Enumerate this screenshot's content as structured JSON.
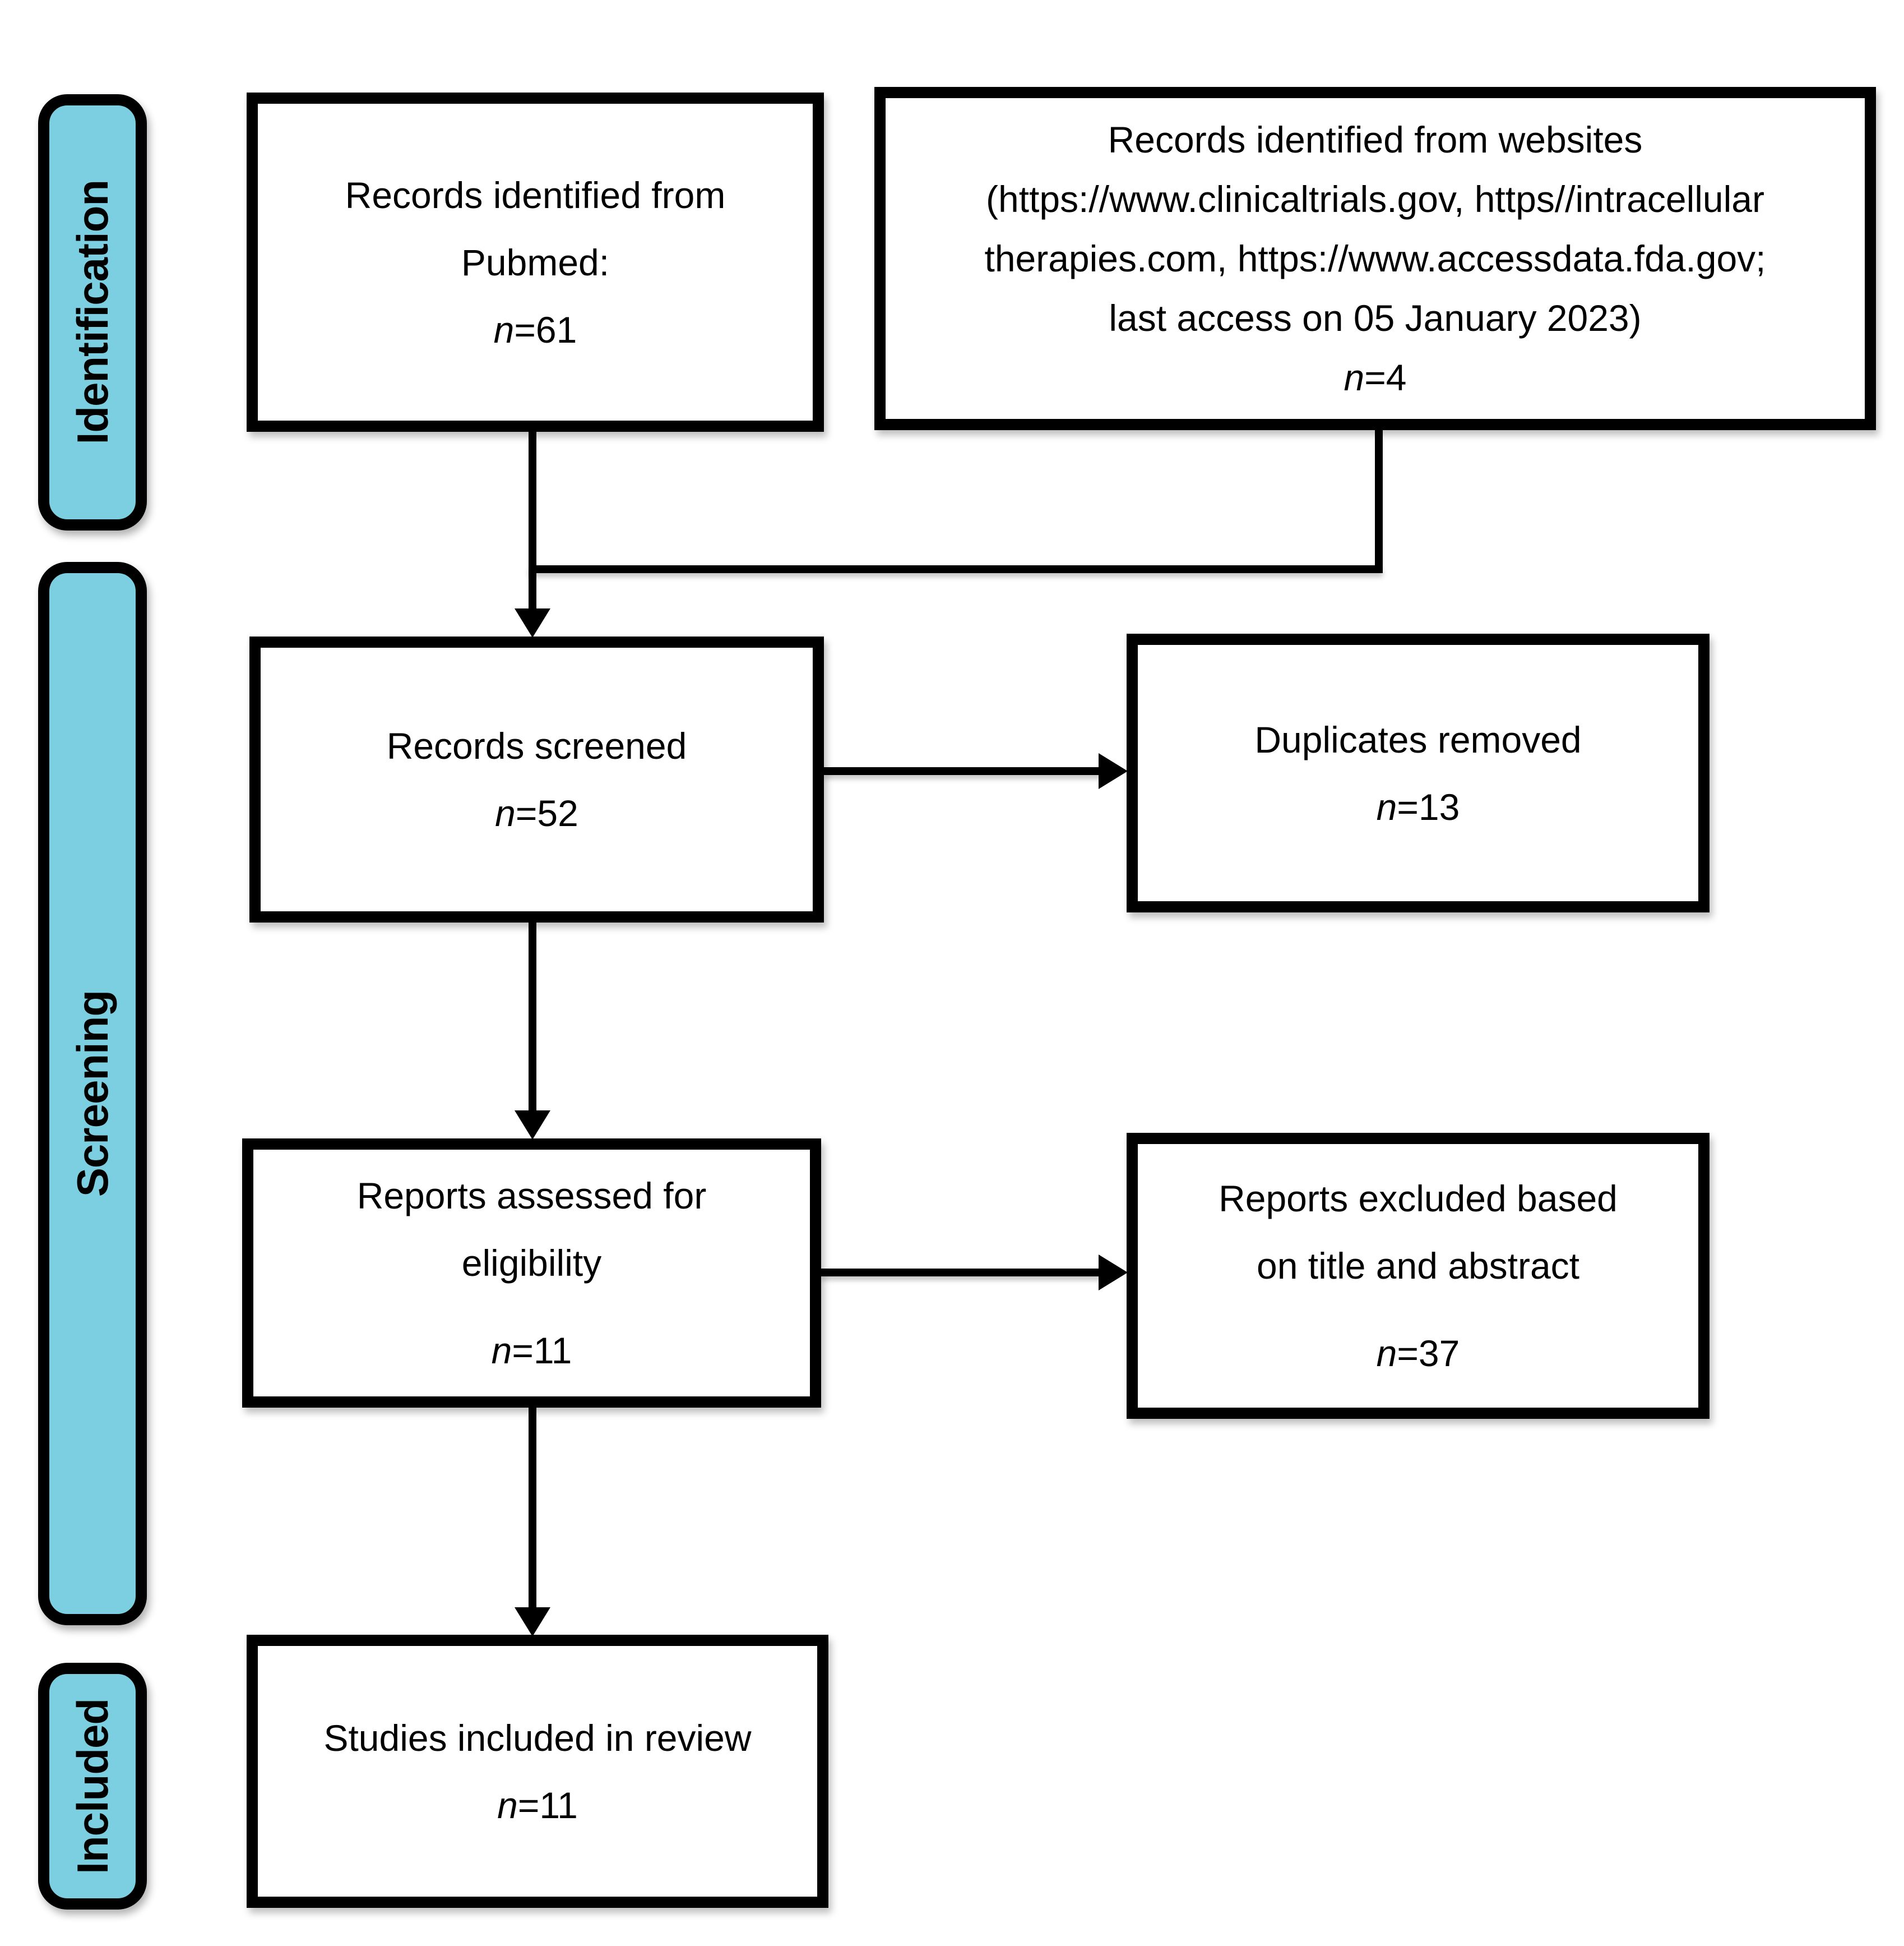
{
  "palette": {
    "stage_bar_fill": "#7ccfe0",
    "line_color": "#000000",
    "box_fill": "#ffffff",
    "text_color": "#000000"
  },
  "stages": [
    {
      "label": "Identification"
    },
    {
      "label": "Screening"
    },
    {
      "label": "Included"
    }
  ],
  "boxes": [
    {
      "name": "records-identified-pubmed",
      "lines": [
        "Records identified from",
        "Pubmed:"
      ],
      "n_italic": "n",
      "n_rest": "=61"
    },
    {
      "name": "records-identified-websites",
      "lines": [
        "Records identified from websites",
        "(https://www.clinicaltrials.gov, https//intracellular",
        "therapies.com, https://www.accessdata.fda.gov;",
        "last access on 05 January 2023)"
      ],
      "n_italic": "n",
      "n_rest": "=4"
    },
    {
      "name": "records-screened",
      "lines": [
        "Records screened"
      ],
      "n_italic": "n",
      "n_rest": "=52"
    },
    {
      "name": "duplicates-removed",
      "lines": [
        "Duplicates removed"
      ],
      "n_italic": "n",
      "n_rest": "=13"
    },
    {
      "name": "reports-assessed",
      "lines": [
        "Reports assessed for",
        "eligibility"
      ],
      "n_italic": "n",
      "n_rest": "=11"
    },
    {
      "name": "reports-excluded",
      "lines": [
        "Reports excluded based",
        "on title and abstract"
      ],
      "n_italic": "n",
      "n_rest": "=37"
    },
    {
      "name": "studies-included",
      "lines": [
        "Studies included in review"
      ],
      "n_italic": "n",
      "n_rest": "=11"
    }
  ]
}
